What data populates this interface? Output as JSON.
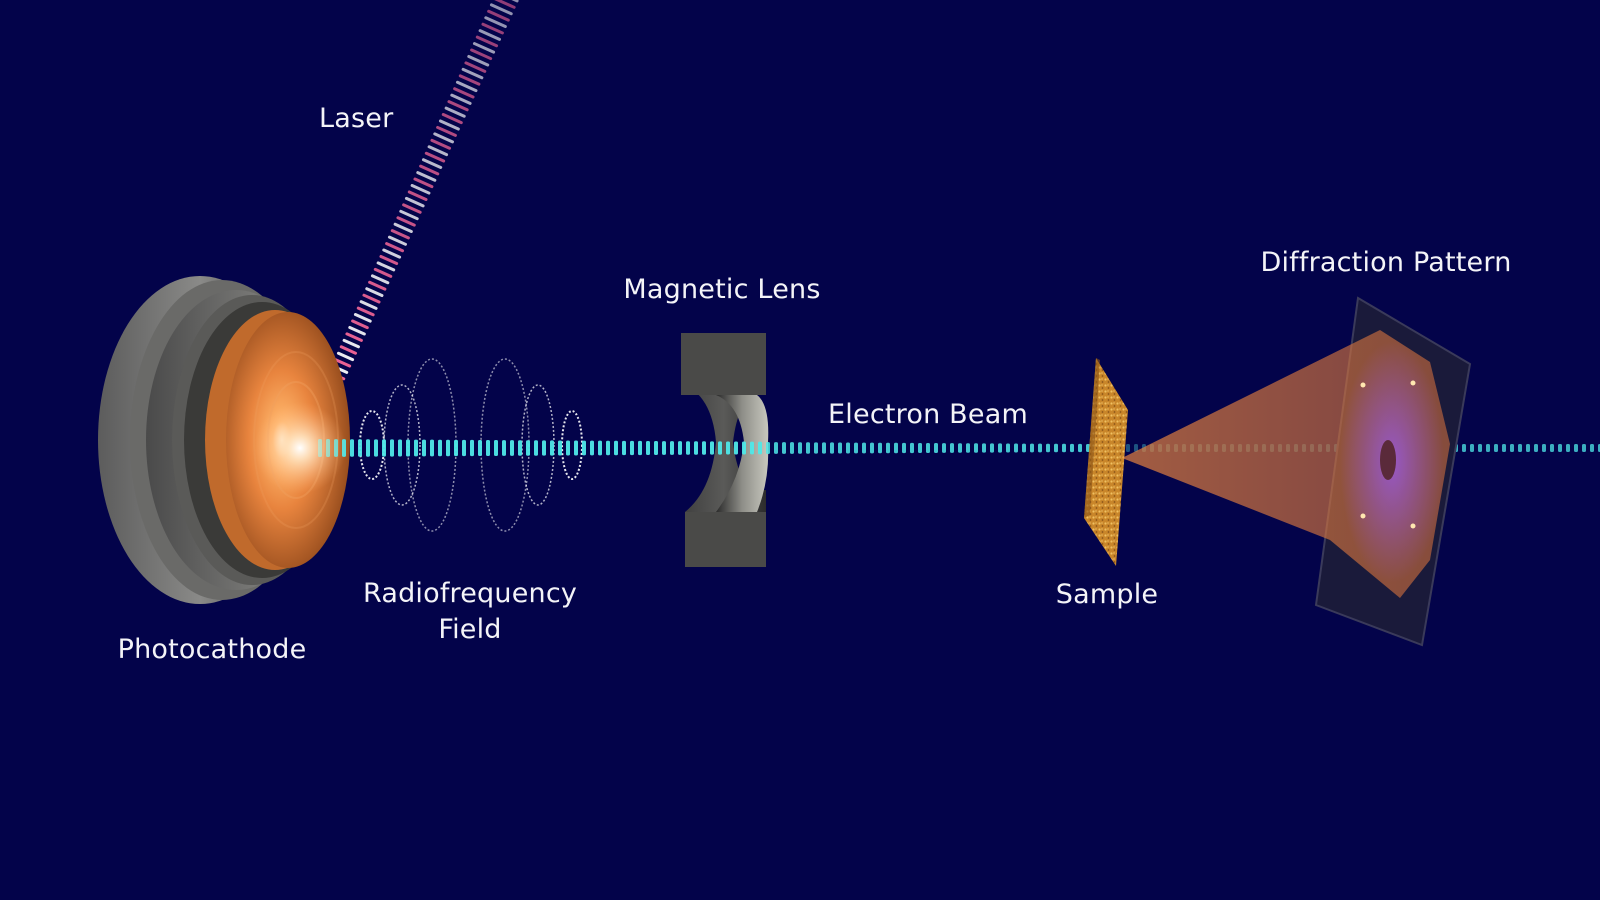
{
  "colors": {
    "background": "#03034a",
    "laser": "#ff6a9a",
    "electron_beam": "#4fe8e8",
    "copper": "#e8843e",
    "sample": "#d99a30",
    "lens": "#4a4a4a",
    "label_text": "#f4f4f8"
  },
  "labels": {
    "laser": "Laser",
    "magnetic_lens": "Magnetic Lens",
    "diffraction_pattern": "Diffraction Pattern",
    "electron_beam": "Electron Beam",
    "radiofrequency_field_line1": "Radiofrequency",
    "radiofrequency_field_line2": "Field",
    "photocathode": "Photocathode",
    "sample": "Sample"
  }
}
